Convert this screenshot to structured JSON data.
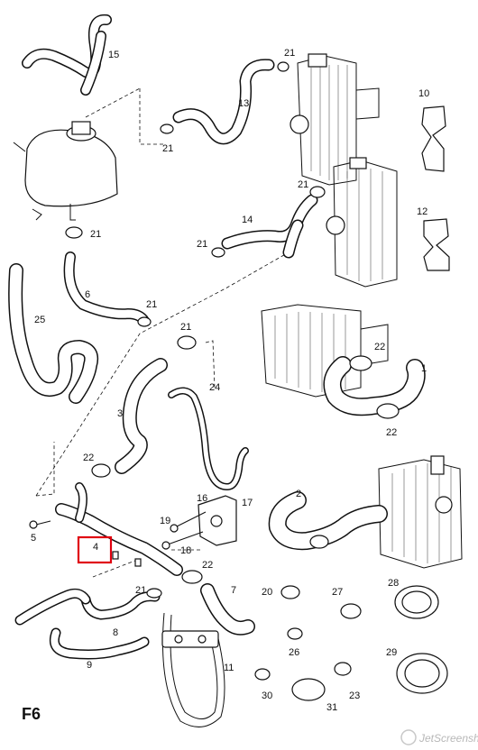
{
  "figure": {
    "label": "F6"
  },
  "watermark": {
    "text": "JetScreenshot"
  },
  "highlight": {
    "part": "4",
    "color": "#e0000f"
  },
  "callouts": [
    {
      "id": "c15",
      "text": "15"
    },
    {
      "id": "c21a",
      "text": "21"
    },
    {
      "id": "c13",
      "text": "13"
    },
    {
      "id": "c21b",
      "text": "21"
    },
    {
      "id": "c10",
      "text": "10"
    },
    {
      "id": "c21c",
      "text": "21"
    },
    {
      "id": "c14",
      "text": "14"
    },
    {
      "id": "c21d",
      "text": "21"
    },
    {
      "id": "c21e",
      "text": "21"
    },
    {
      "id": "c12",
      "text": "12"
    },
    {
      "id": "c6",
      "text": "6"
    },
    {
      "id": "c21f",
      "text": "21"
    },
    {
      "id": "c25",
      "text": "25"
    },
    {
      "id": "c21g",
      "text": "21"
    },
    {
      "id": "c22a",
      "text": "22"
    },
    {
      "id": "c1",
      "text": "1"
    },
    {
      "id": "c24",
      "text": "24"
    },
    {
      "id": "c3",
      "text": "3"
    },
    {
      "id": "c22b",
      "text": "22"
    },
    {
      "id": "c22c",
      "text": "22"
    },
    {
      "id": "c2",
      "text": "2"
    },
    {
      "id": "c16",
      "text": "16"
    },
    {
      "id": "c17",
      "text": "17"
    },
    {
      "id": "c19",
      "text": "19"
    },
    {
      "id": "c5",
      "text": "5"
    },
    {
      "id": "c4",
      "text": "4"
    },
    {
      "id": "c18",
      "text": "18"
    },
    {
      "id": "c22d",
      "text": "22"
    },
    {
      "id": "c28",
      "text": "28"
    },
    {
      "id": "c20",
      "text": "20"
    },
    {
      "id": "c27",
      "text": "27"
    },
    {
      "id": "c21h",
      "text": "21"
    },
    {
      "id": "c7",
      "text": "7"
    },
    {
      "id": "c8",
      "text": "8"
    },
    {
      "id": "c26",
      "text": "26"
    },
    {
      "id": "c29",
      "text": "29"
    },
    {
      "id": "c9",
      "text": "9"
    },
    {
      "id": "c11",
      "text": "11"
    },
    {
      "id": "c30",
      "text": "30"
    },
    {
      "id": "c31",
      "text": "31"
    },
    {
      "id": "c23",
      "text": "23"
    }
  ]
}
